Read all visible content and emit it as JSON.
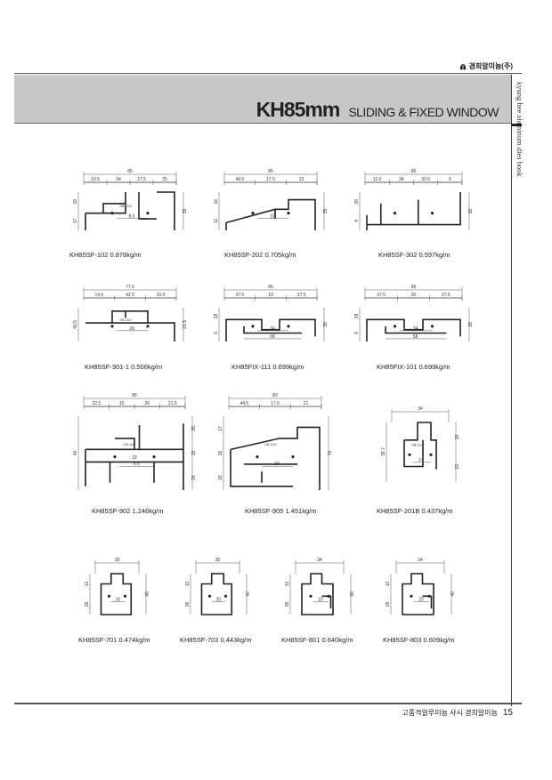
{
  "header": {
    "brand": "경희알미늄(주)",
    "title_main": "KH85mm",
    "title_sub": "SLIDING & FIXED WINDOW",
    "side_text": "kyung hee aluminum dies book"
  },
  "footer": {
    "text": "고품격알루미늄 샤시 경희알미늄",
    "page": "15"
  },
  "profiles": [
    {
      "id": "r1c1",
      "caption": "KH85SF-102  0.878kg/m",
      "dims": {
        "top": "85",
        "segs": [
          "10.5",
          "34",
          "17.5",
          "25"
        ],
        "mid": "8.5",
        "left": [
          "18",
          "17"
        ],
        "right": "35",
        "label": "GB-1110"
      }
    },
    {
      "id": "r1c2",
      "caption": "KH85SF-202  0.705kg/m",
      "dims": {
        "top": "85",
        "segs": [
          "44.5",
          "17.5",
          "23"
        ],
        "mid": "10",
        "left": [
          "16",
          "11"
        ],
        "right": "35"
      }
    },
    {
      "id": "r1c3",
      "caption": "KH85SF-302  0.597kg/m",
      "dims": {
        "top": "85",
        "segs": [
          "12.5",
          "34",
          "33.5",
          "5"
        ],
        "left": [
          "26",
          "9"
        ],
        "right": "30"
      }
    },
    {
      "id": "r2c1",
      "caption": "KH85SF-301-1  0.506kg/m",
      "dims": {
        "top": "77.5",
        "segs": [
          "14.5",
          "42.5",
          "20.5"
        ],
        "mid": "20",
        "left": [
          "40.5"
        ],
        "right": "21.5",
        "label": "GB-1110"
      }
    },
    {
      "id": "r2c2",
      "caption": "KH85FIX-111  0.699kg/m",
      "dims": {
        "top": "85",
        "segs": [
          "37.5",
          "10",
          "37.5"
        ],
        "mid": "34",
        "bottom": "68",
        "left": [
          "28",
          "9"
        ],
        "right": "35"
      }
    },
    {
      "id": "r2c3",
      "caption": "KH85FIX-101  0.699kg/m",
      "dims": {
        "top": "85",
        "segs": [
          "37.5",
          "20",
          "27.5"
        ],
        "mid": "34",
        "bottom": "58",
        "left": [
          "28",
          "9"
        ],
        "right": "35"
      }
    },
    {
      "id": "r3c1",
      "caption": "KH85SF-902  1.246kg/m",
      "dims": {
        "top": "85",
        "segs": [
          "22.5",
          "15",
          "26",
          "21.5"
        ],
        "mid": "8.5",
        "mid2": "33",
        "left": [
          "40"
        ],
        "right": [
          "35",
          "19",
          "26"
        ],
        "label": "GB-1110"
      }
    },
    {
      "id": "r3c2",
      "caption": "KH85SF-905  1.451kg/m",
      "dims": {
        "top": "83",
        "segs": [
          "44.5",
          "17.5",
          "21"
        ],
        "mid": "33",
        "left": [
          "17",
          "26",
          "18"
        ],
        "right": "70",
        "label": "GB-1110"
      }
    },
    {
      "id": "r3c3",
      "caption": "KH85SF-201B  0.437kg/m",
      "dims": {
        "top": "34",
        "mid": "14",
        "left": [
          "38.7"
        ],
        "right": [
          "15",
          "21"
        ],
        "label": "GB-1110"
      }
    },
    {
      "id": "r4c1",
      "caption": "KH85SF-701  0.474kg/m",
      "dims": {
        "top": "30",
        "mid": "10",
        "left": [
          "12",
          "28"
        ],
        "right": "40"
      }
    },
    {
      "id": "r4c2",
      "caption": "KH85SF-703  0.443kg/m",
      "dims": {
        "top": "30",
        "mid": "20",
        "left": [
          "12",
          "28"
        ],
        "right": "40"
      }
    },
    {
      "id": "r4c3",
      "caption": "KH85SF-801  0.640kg/m",
      "dims": {
        "top": "34",
        "mid": "10",
        "left": [
          "12",
          "28"
        ],
        "right": "40"
      }
    },
    {
      "id": "r4c4",
      "caption": "KH85SF-803  0.609kg/m",
      "dims": {
        "top": "34",
        "mid": "20",
        "left": [
          "12",
          "28"
        ],
        "right": "40"
      }
    }
  ]
}
